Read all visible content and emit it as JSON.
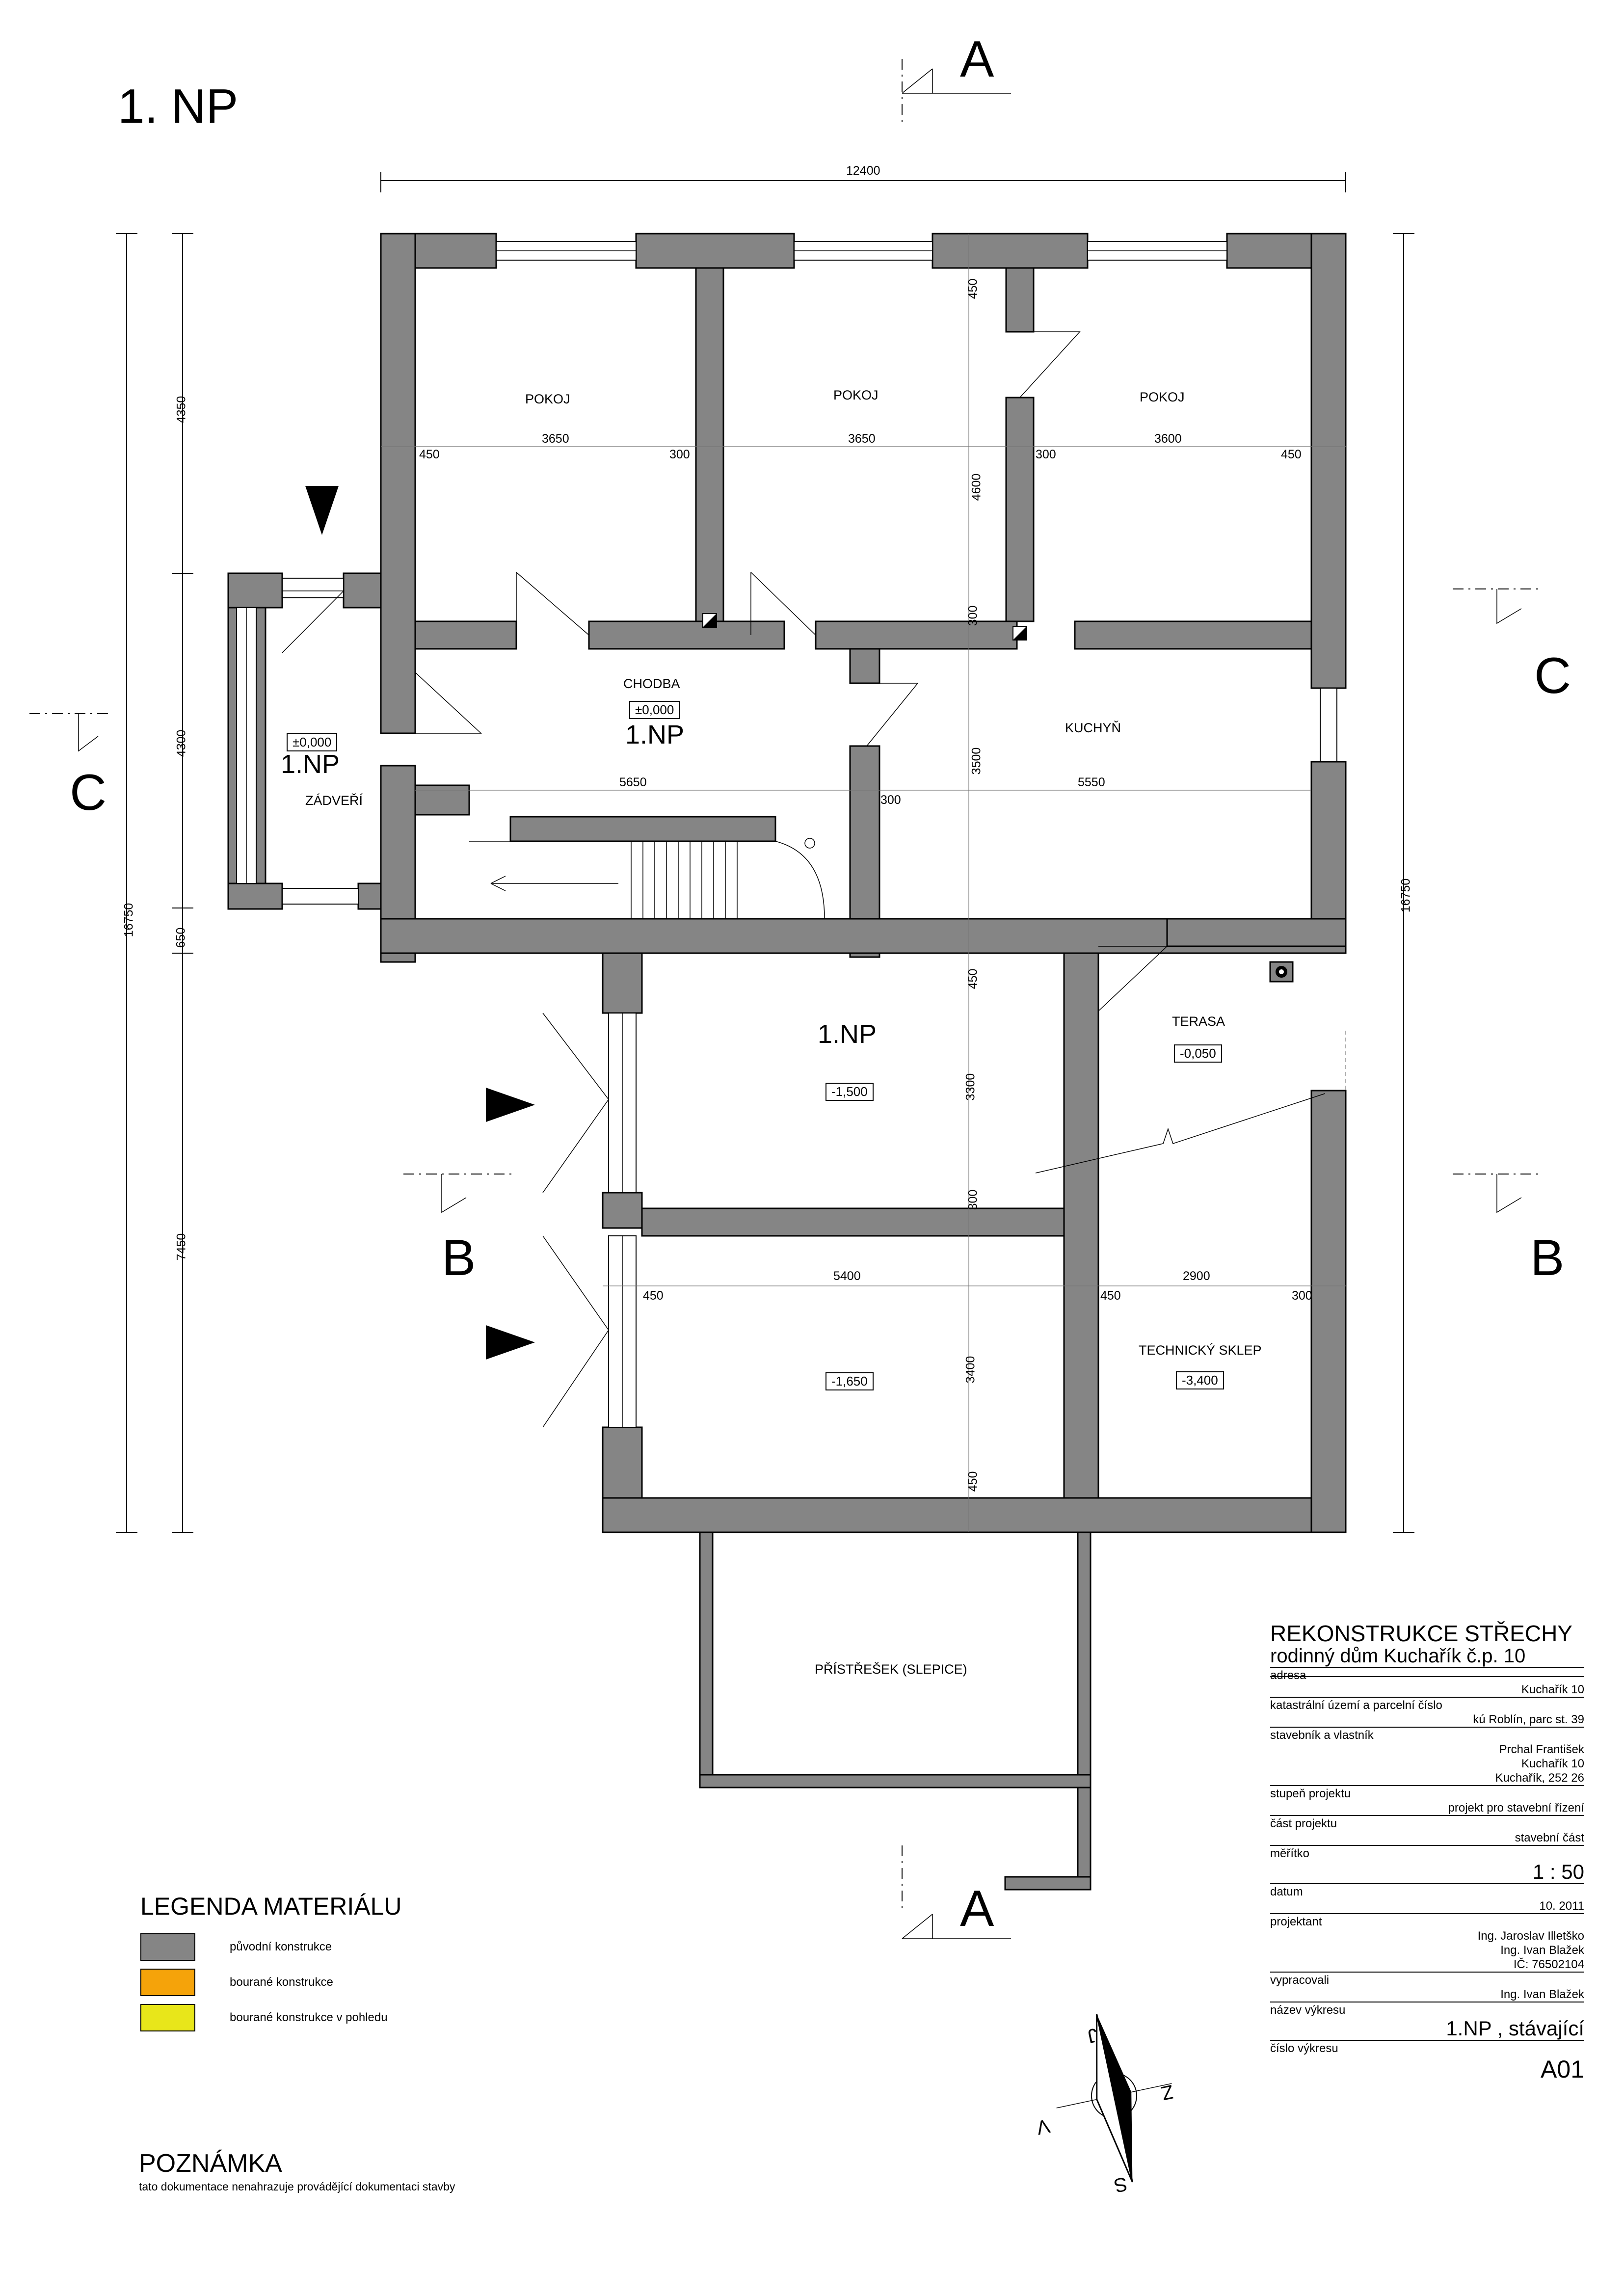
{
  "sheet_title": "1. NP",
  "section_marks": {
    "a_top": "A",
    "a_bottom": "A",
    "c_left": "C",
    "c_right": "C",
    "b_left": "B",
    "b_right": "B"
  },
  "dimensions": {
    "overall_width": "12400",
    "overall_height": "16750",
    "left_chain": [
      "4350",
      "4300",
      "650",
      "7450"
    ],
    "upper_rooms": [
      "450",
      "3650",
      "300",
      "3650",
      "300",
      "3600",
      "450"
    ],
    "center_vertical": [
      "450",
      "4600",
      "300",
      "3500",
      "450",
      "3300",
      "300",
      "3400",
      "450"
    ],
    "corridor": [
      "5650",
      "300",
      "5550"
    ],
    "lower_rooms": [
      "450",
      "5400",
      "450",
      "2900",
      "300"
    ]
  },
  "rooms": {
    "pokoj_1": "POKOJ",
    "pokoj_2": "POKOJ",
    "pokoj_3": "POKOJ",
    "chodba": "CHODBA",
    "kuchyn": "KUCHYŇ",
    "zadveri": "ZÁDVEŘÍ",
    "terasa": "TERASA",
    "technicky_sklep": "TECHNICKÝ SKLEP",
    "pristresek": "PŘÍSTŘEŠEK (SLEPICE)"
  },
  "levels": {
    "chodba": "±0,000",
    "zadveri": "±0,000",
    "terasa": "-0,050",
    "cellar_1": "-1,500",
    "cellar_2": "-1,650",
    "technicky_sklep": "-3,400"
  },
  "floor_labels": {
    "chodba": "1.NP",
    "zadveri": "1.NP",
    "cellar_1": "1.NP"
  },
  "compass": {
    "north": "J",
    "south": "S",
    "east": "Z",
    "west": "V"
  },
  "title_block": {
    "project": "REKONSTRUKCE STŘECHY",
    "object": "rodinný dům  Kuchařík č.p. 10",
    "rows": [
      {
        "label": "adresa",
        "lines": [
          "Kuchařík 10"
        ],
        "size": "s"
      },
      {
        "label": "katastrální území a parcelní číslo",
        "lines": [
          "kú Roblín, parc st. 39"
        ],
        "size": "s"
      },
      {
        "label": "stavebník a vlastník",
        "lines": [
          "Prchal František",
          "Kuchařík 10",
          "Kuchařík, 252 26"
        ],
        "size": "s"
      },
      {
        "label": "stupeň projektu",
        "lines": [
          "projekt pro stavební řízení"
        ],
        "size": "s"
      },
      {
        "label": "část projektu",
        "lines": [
          "stavební část"
        ],
        "size": "s"
      },
      {
        "label": "měřítko",
        "lines": [
          "1 : 50"
        ],
        "size": "l"
      },
      {
        "label": "datum",
        "lines": [
          "10. 2011"
        ],
        "size": "s"
      },
      {
        "label": "projektant",
        "lines": [
          "Ing. Jaroslav Illetško",
          "Ing. Ivan Blažek",
          "IČ: 76502104"
        ],
        "size": "s"
      },
      {
        "label": "vypracovali",
        "lines": [
          "Ing. Ivan Blažek"
        ],
        "size": "s"
      },
      {
        "label": "název výkresu",
        "lines": [
          "1.NP , stávající"
        ],
        "size": "l"
      },
      {
        "label": "číslo výkresu",
        "lines": [
          "A01"
        ],
        "size": "xl"
      }
    ]
  },
  "legend": {
    "title": "LEGENDA MATERIÁLU",
    "items": [
      {
        "label": "původní konstrukce",
        "color": "#858585"
      },
      {
        "label": "bourané konstrukce",
        "color": "#f5a30a"
      },
      {
        "label": "bourané konstrukce v pohledu",
        "color": "#e8e61a"
      }
    ]
  },
  "note": {
    "title": "POZNÁMKA",
    "text": "tato dokumentace nenahrazuje provádějící dokumentaci stavby"
  },
  "colors": {
    "wall": "#858585",
    "line": "#000000"
  }
}
